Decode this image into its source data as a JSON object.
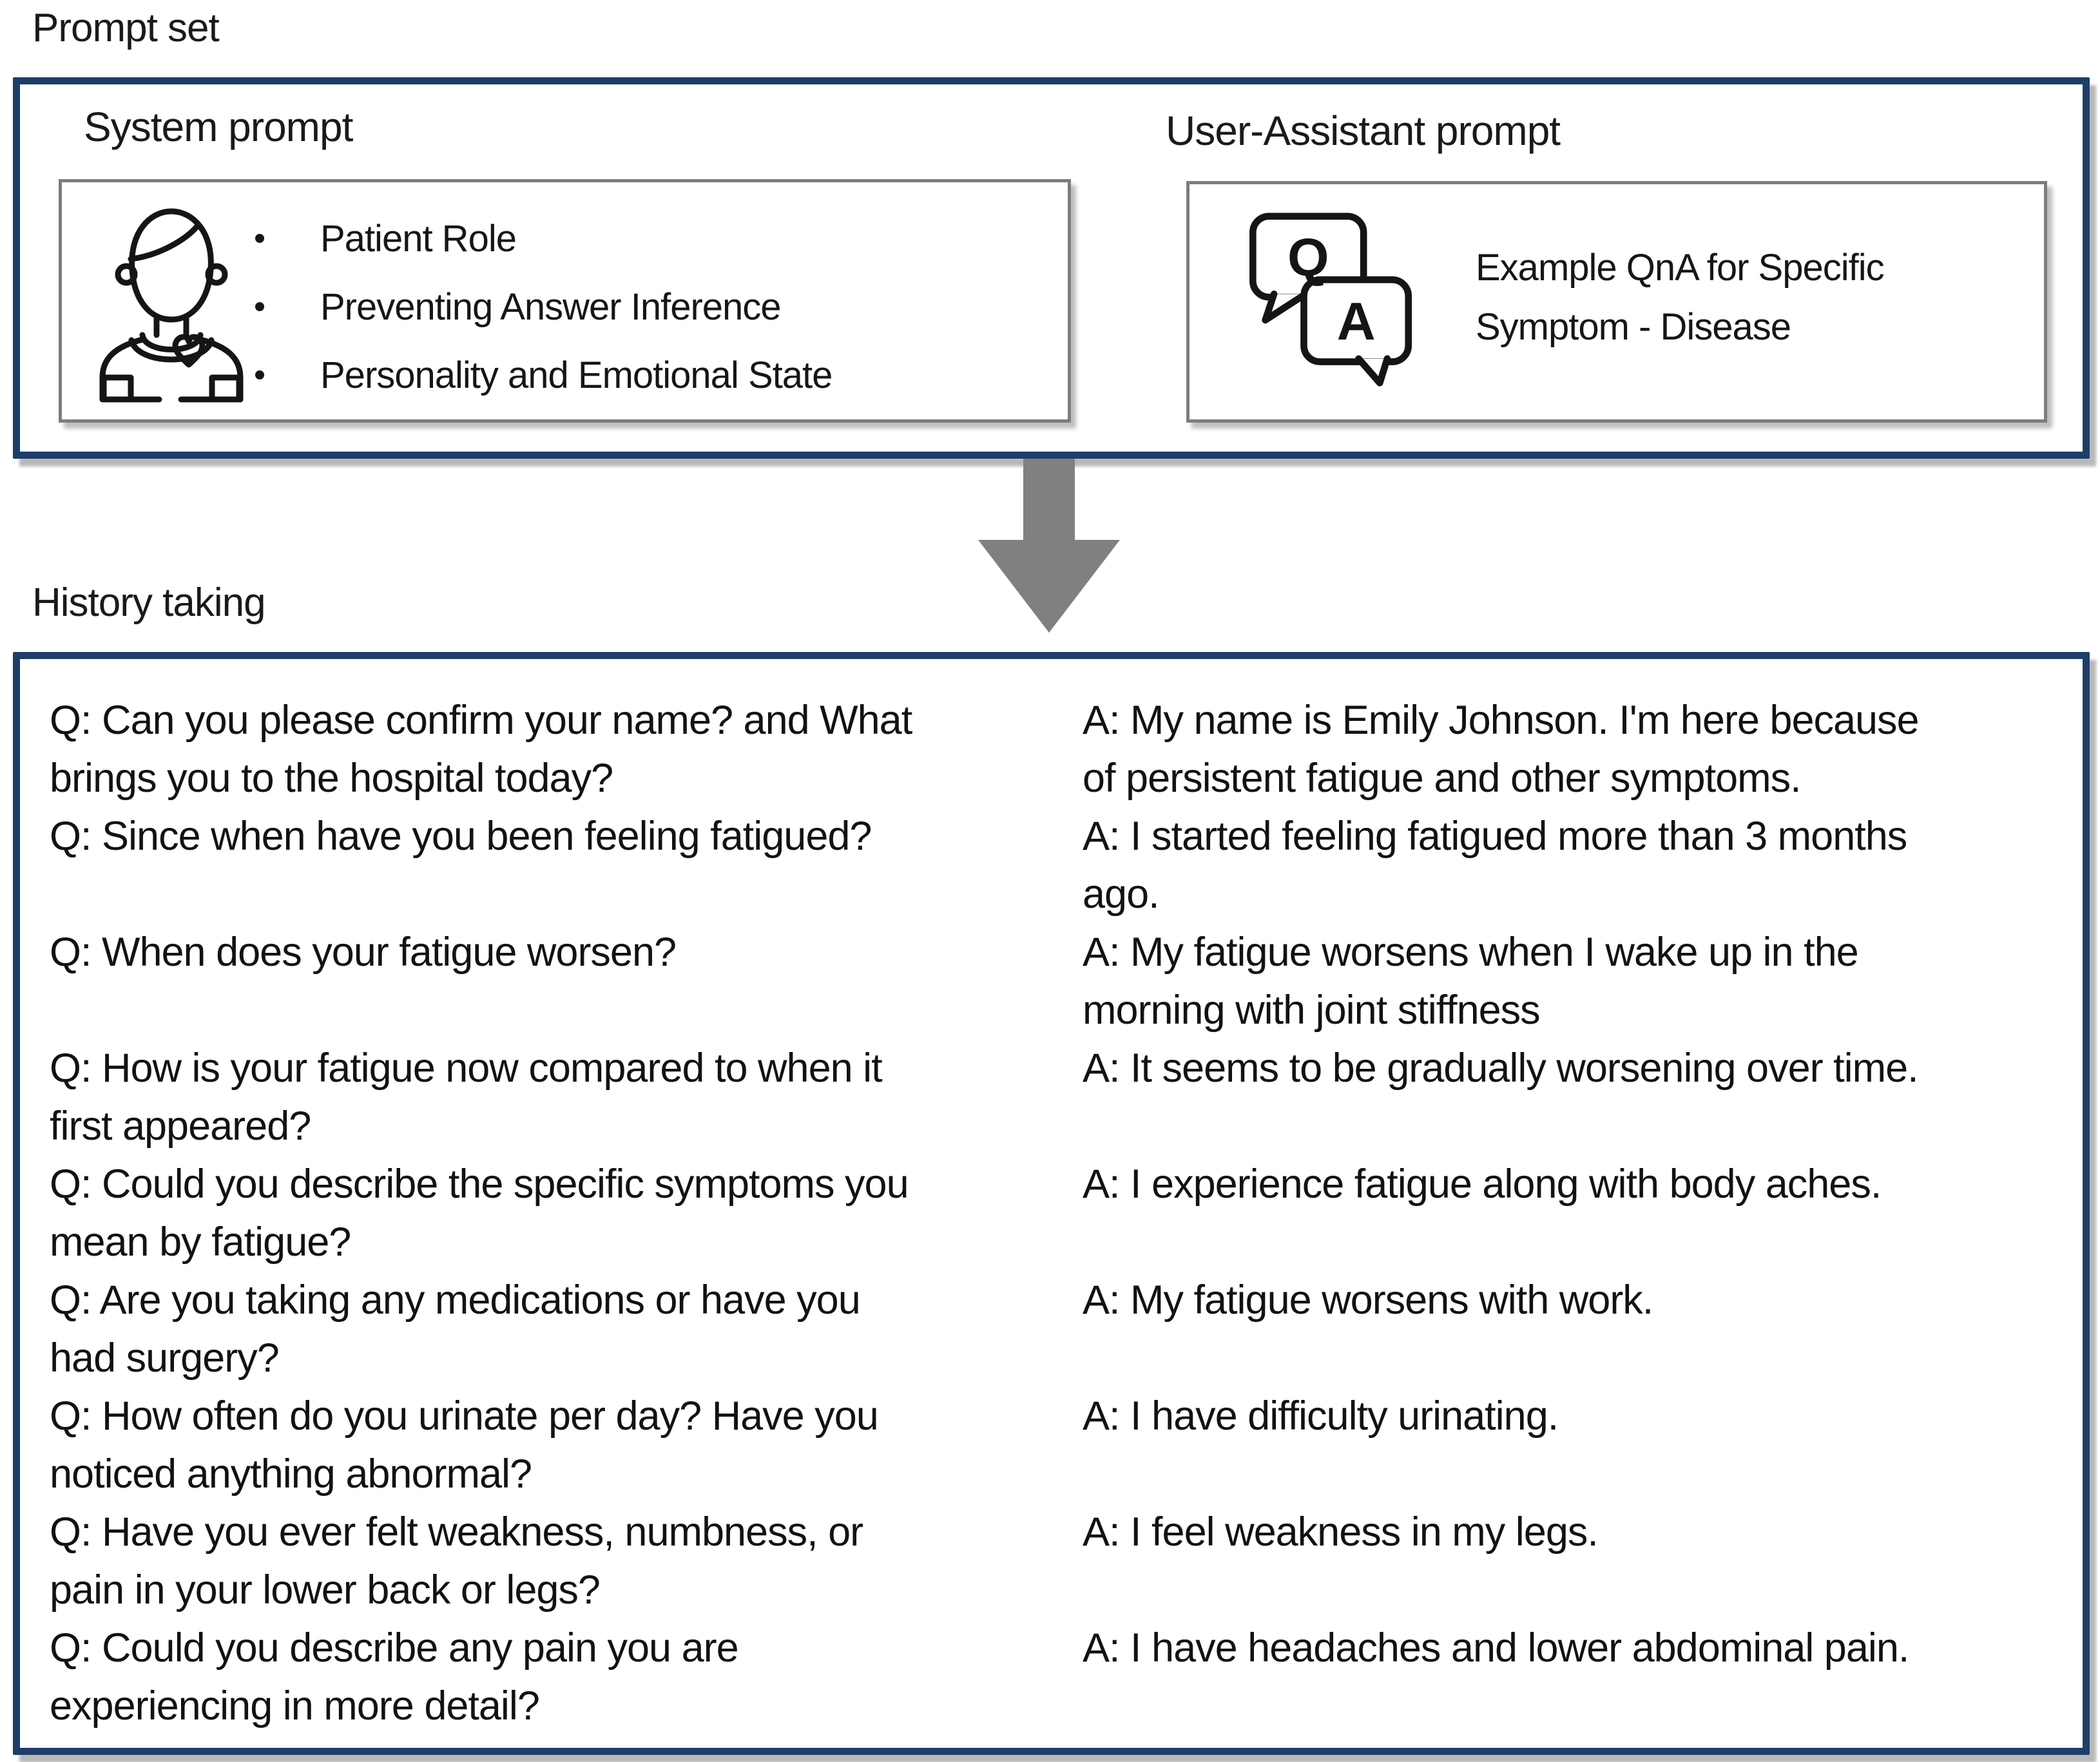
{
  "prompt_set": {
    "title": "Prompt set",
    "system_prompt": {
      "heading": "System prompt",
      "icon": "patient-icon",
      "bullets": [
        "Patient Role",
        "Preventing Answer Inference",
        "Personality and Emotional State"
      ]
    },
    "user_assistant_prompt": {
      "heading": "User-Assistant prompt",
      "icon": "qna-icon",
      "icon_letters": {
        "q": "Q",
        "a": "A"
      },
      "caption": "Example QnA for Specific\nSymptom - Disease"
    }
  },
  "arrow": {
    "direction": "down",
    "color": "#808080"
  },
  "history_taking": {
    "heading": "History taking",
    "qa_pairs": [
      {
        "q": "Q: Can you please confirm your name? and What\nbrings you to the hospital today?",
        "a": "A: My name is Emily Johnson. I'm here because\nof persistent fatigue and other symptoms."
      },
      {
        "q": "Q: Since when have you been feeling fatigued?",
        "a": "A: I started feeling fatigued more than 3 months\nago."
      },
      {
        "q": "Q: When does your fatigue worsen?",
        "a": "A: My fatigue worsens when I wake up in the\nmorning with joint stiffness"
      },
      {
        "q": "Q: How is your fatigue now compared to when it\nfirst appeared?",
        "a": "A: It seems to be gradually worsening over time."
      },
      {
        "q": "Q: Could you describe the specific symptoms you\nmean by fatigue?",
        "a": "A: I experience fatigue along with body aches."
      },
      {
        "q": "Q: Are you taking any medications or have you\nhad surgery?",
        "a": "A: My fatigue worsens with work."
      },
      {
        "q": "Q: How often do you urinate per day? Have you\nnoticed anything abnormal?",
        "a": "A: I have difficulty urinating."
      },
      {
        "q": "Q: Have you ever felt weakness, numbness, or\npain in your lower back or legs?",
        "a": "A: I feel weakness in my legs."
      },
      {
        "q": "Q: Could you describe any pain you are\nexperiencing in more detail?",
        "a": "A: I have headaches and lower abdominal pain."
      }
    ]
  },
  "colors": {
    "navy_border": "#1c3e69",
    "gray_border": "#7d7d7d",
    "arrow_gray": "#808080",
    "text": "#141414"
  }
}
